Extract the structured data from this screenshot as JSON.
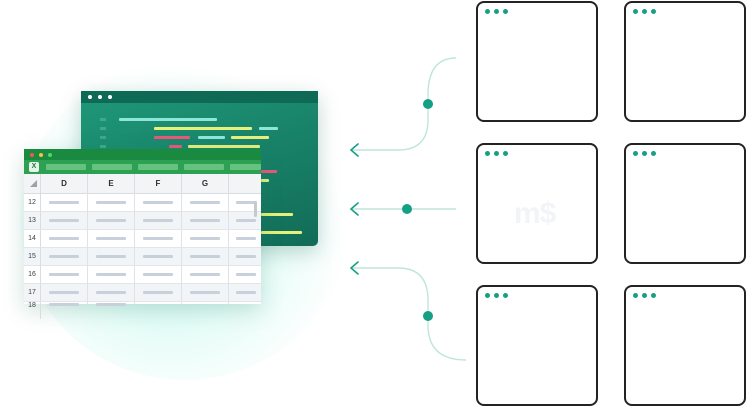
{
  "spreadsheet": {
    "app_badge": "X",
    "columns": [
      "D",
      "E",
      "F",
      "G"
    ],
    "rows": [
      "12",
      "13",
      "14",
      "15",
      "16",
      "17",
      "18"
    ]
  },
  "background_watermark": "m$",
  "colors": {
    "accent": "#15a085",
    "editor_bg": "#177e66",
    "sheet_green": "#1a8a40",
    "window_border": "#232323",
    "connector": "#bfe6dc"
  },
  "icons": [
    "window-dots-icon",
    "excel-icon",
    "arrow-left-icon",
    "connector-node-icon"
  ]
}
